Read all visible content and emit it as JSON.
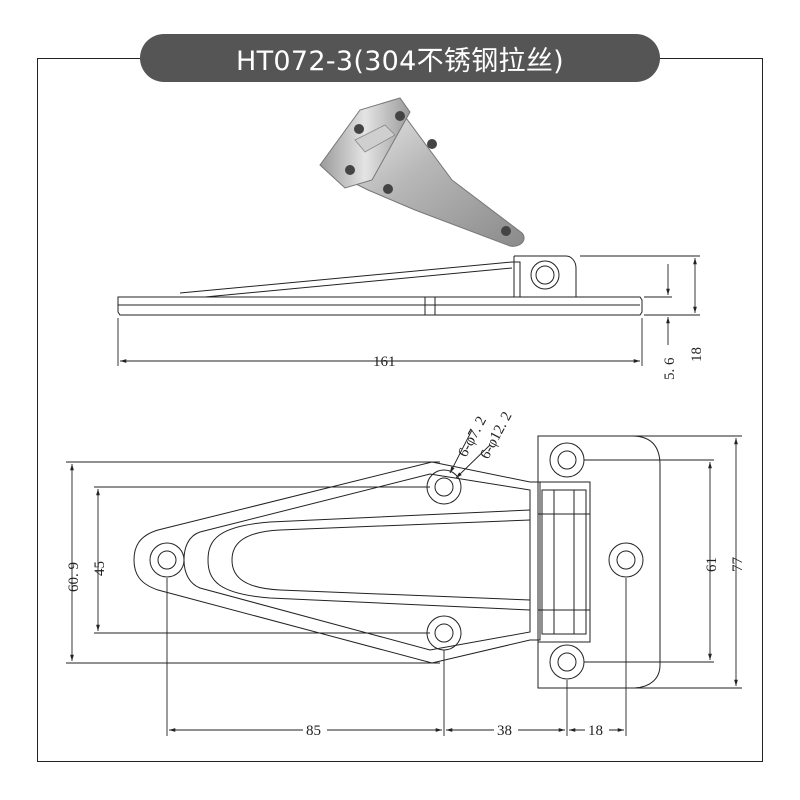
{
  "title": "HT072-3(304不锈钢拉丝)",
  "photo": {
    "icon": "stainless-hinge-photo"
  },
  "side_view": {
    "length_label": "161",
    "thickness_label": "5. 6",
    "height_label": "18"
  },
  "top_view": {
    "hole_small_label": "6-φ7. 2",
    "hole_large_label": "6-φ12. 2",
    "height_outer_label": "60. 9",
    "height_inner_label": "45",
    "pitch_a_label": "85",
    "pitch_b_label": "38",
    "pitch_c_label": "18",
    "plate_inner_label": "61",
    "plate_outer_label": "77"
  },
  "colors": {
    "title_bg": "#555555",
    "title_fg": "#ffffff",
    "line": "#222222"
  }
}
